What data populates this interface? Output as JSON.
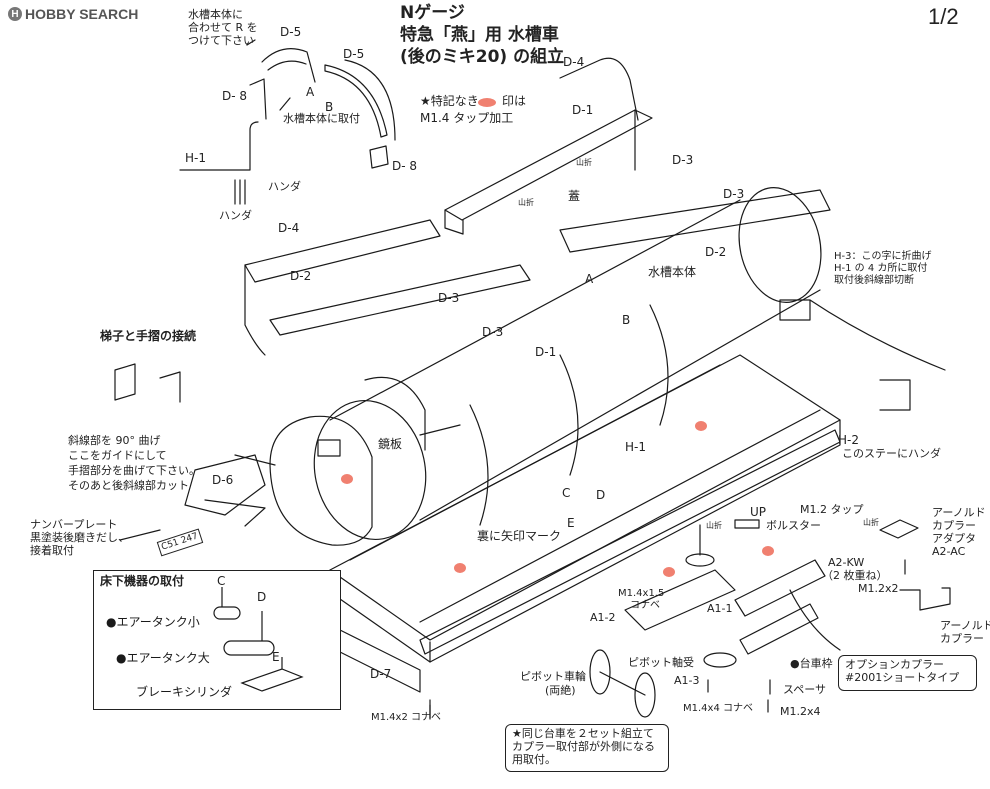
{
  "watermark": "HOBBY SEARCH",
  "page_number": "1/2",
  "title_lines": [
    "Nゲージ",
    "特急「燕」用 水槽車",
    "(後のミキ20) の組立"
  ],
  "note_holes": [
    "★特記なき",
    "印は",
    "M1.4 タップ加工"
  ],
  "callouts": {
    "tank_align": [
      "水槽本体に",
      "合わせて R を",
      "つけて下さい"
    ],
    "tank_attach": "水槽本体に取付",
    "solder1": "ハンダ",
    "solder2": "ハンダ",
    "ladder": "梯子と手摺の接続",
    "bend": [
      "斜線部を 90° 曲げ",
      "ここをガイドにして",
      "手摺部分を曲げて下さい。",
      "そのあと後斜線部カット"
    ],
    "number_plate": [
      "ナンバープレート",
      "黒塗装後磨きだし、",
      "接着取付"
    ],
    "h3_note": [
      "H-3：この字に折曲げ",
      "H-1 の 4 カ所に取付",
      "取付後斜線部切断"
    ],
    "stay_solder": "このステーにハンダ",
    "arrow_mark": "裏に矢印マーク",
    "mountain1": "山折",
    "mountain2": "山折",
    "mountain3": "山折",
    "mountain4": "山折",
    "bolster": "ボルスター",
    "m12_tap": "M1.2 タップ",
    "option_coupler": [
      "オプションカプラー",
      "#2001ショートタイプ"
    ],
    "same_bogie": [
      "★同じ台車を２セット組立て",
      "カプラー取付部が外側になる",
      "用取付。"
    ]
  },
  "part_labels": {
    "d5a": "D-5",
    "d5b": "D-5",
    "d8a": "D- 8",
    "d8b": "D- 8",
    "h1a": "H-1",
    "d4a": "D-4",
    "d4b": "D-4",
    "d1a": "D-1",
    "d1b": "D-1",
    "d2a": "D-2",
    "d2b": "D-2",
    "d3a": "D-3",
    "d3b": "D-3",
    "d3c": "D-3",
    "d3d": "D-3",
    "lid": "蓋",
    "tank_body": "水槽本体",
    "mirror_plate": "鏡板",
    "h1b": "H-1",
    "h2": "H-2",
    "d6": "D-6",
    "d7": "D-7",
    "up": "UP",
    "a1": "A",
    "b1": "B",
    "a2": "A",
    "b2": "B",
    "c": "C",
    "d": "D",
    "e": "E",
    "plate": "C51 247"
  },
  "bogie": {
    "a1_1": "A1-1",
    "a1_2": "A1-2",
    "a1_3": "A1-3",
    "m14x15": "M1.4x1.5",
    "konabe": "コナベ",
    "pivot_wheel": "ピボット車輪",
    "pivot_wheel_sub": "(両絶)",
    "pivot_bearing": "ピボット軸受",
    "m14x4": "M1.4x4 コナベ",
    "spacer": "スペーサ",
    "m12x4": "M1.2x4",
    "bogie_frame": "●台車枠",
    "m14x2": "M1.4x2 コナベ"
  },
  "coupler": {
    "arnold_adapter": [
      "アーノルド",
      "カプラー",
      "アダプタ",
      "A2-AC"
    ],
    "a2kw": [
      "A2-KW",
      "（2 枚重ね）"
    ],
    "m12x2": "M1.2x2",
    "arnold_coupler": [
      "アーノルド",
      "カプラー"
    ]
  },
  "underfloor": {
    "title": "床下機器の取付",
    "items": [
      "●エアータンク小",
      "●エアータンク大",
      "ブレーキシリンダ"
    ],
    "letters": [
      "C",
      "D",
      "E"
    ]
  },
  "colors": {
    "ink": "#1a1a1a",
    "tap_mark": "#f08070",
    "paper": "#ffffff"
  }
}
